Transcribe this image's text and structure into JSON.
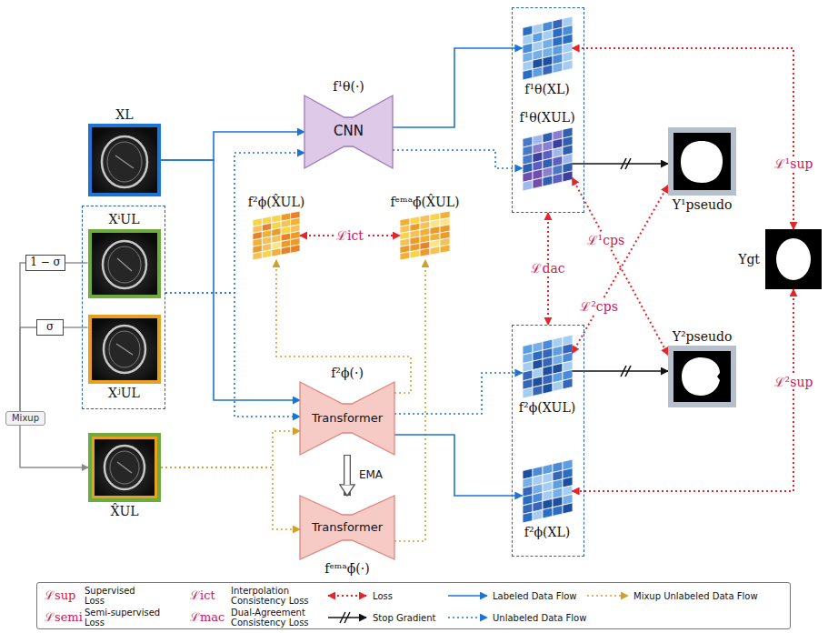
{
  "diagram": {
    "nodes": [
      {
        "text": [
          "XL"
        ]
      },
      {
        "text": []
      },
      {
        "text": [
          "XⁱUL"
        ],
        "in": 1
      },
      {
        "text": [
          "XʲUL"
        ],
        "in": 1
      },
      {
        "text": [
          "1 − σ"
        ]
      },
      {
        "text": [
          "σ"
        ]
      },
      {
        "text": [
          "Mixup"
        ]
      },
      {
        "text": [
          "X̂UL"
        ]
      },
      {
        "text": [
          "f¹θ(·)",
          "CNN"
        ]
      },
      {
        "text": [
          "f²ϕ(X̂UL)"
        ]
      },
      {
        "text": [
          "fᵉᵐᵃϕ̄(X̂UL)"
        ]
      },
      {
        "text": [
          "f²ϕ(·)",
          "Transformer"
        ]
      },
      {
        "text": [
          "Transformer",
          "fᵉᵐᵃϕ̄(·)"
        ]
      },
      {
        "text": []
      },
      {
        "text": [
          "f¹θ(XL)"
        ],
        "in": 13
      },
      {
        "text": [
          "f¹θ(XUL)"
        ],
        "in": 13
      },
      {
        "text": []
      },
      {
        "text": [
          "f²ϕ(XUL)"
        ],
        "in": 16
      },
      {
        "text": [
          "f²ϕ(XL)"
        ],
        "in": 16
      },
      {
        "text": [
          "Y¹pseudo"
        ]
      },
      {
        "text": [
          "Y²pseudo"
        ]
      },
      {
        "text": [
          "Ygt"
        ]
      }
    ],
    "edges": [
      {
        "from": 0,
        "to": 8,
        "arrow": "to"
      },
      {
        "from": 0,
        "to": 11,
        "arrow": "to"
      },
      {
        "from": 1,
        "to": 8,
        "arrow": "to"
      },
      {
        "from": 1,
        "to": 11,
        "arrow": "to"
      },
      {
        "from": 2,
        "to": 4,
        "arrow": "none"
      },
      {
        "from": 4,
        "to": 6,
        "arrow": "none"
      },
      {
        "from": 3,
        "to": 5,
        "arrow": "none"
      },
      {
        "from": 5,
        "to": 6,
        "arrow": "none"
      },
      {
        "from": 6,
        "to": 7,
        "arrow": "to"
      },
      {
        "from": 7,
        "to": 11,
        "arrow": "to"
      },
      {
        "from": 7,
        "to": 12,
        "arrow": "to"
      },
      {
        "from": 11,
        "to": 9,
        "arrow": "to"
      },
      {
        "from": 12,
        "to": 10,
        "arrow": "to"
      },
      {
        "from": 11,
        "to": 12,
        "arrow": "to",
        "label": "EMA"
      },
      {
        "from": 8,
        "to": 14,
        "arrow": "to"
      },
      {
        "from": 8,
        "to": 15,
        "arrow": "to"
      },
      {
        "from": 11,
        "to": 17,
        "arrow": "to"
      },
      {
        "from": 11,
        "to": 18,
        "arrow": "to"
      },
      {
        "from": 9,
        "to": 10,
        "arrow": "both",
        "label": "ℒict"
      },
      {
        "from": 15,
        "to": 19,
        "arrow": "to"
      },
      {
        "from": 17,
        "to": 20,
        "arrow": "to"
      },
      {
        "from": 13,
        "to": 16,
        "arrow": "both",
        "label": "ℒdac"
      },
      {
        "from": 15,
        "to": 20,
        "arrow": "both",
        "label": "ℒ¹cps"
      },
      {
        "from": 19,
        "to": 17,
        "arrow": "both",
        "label": "ℒ²cps"
      },
      {
        "from": 21,
        "to": 14,
        "arrow": "both",
        "label": "ℒ¹sup"
      },
      {
        "from": 21,
        "to": 18,
        "arrow": "both",
        "label": "ℒ²sup"
      }
    ],
    "labels": [
      "ℒsup",
      "ℒict",
      "ℒsemi",
      "ℒmac"
    ],
    "legend": [
      {
        "text": "Supervised Loss"
      },
      {
        "text": "Interpolation Consistency Loss"
      },
      {
        "text": "Loss"
      },
      {
        "text": "Labeled Data Flow"
      },
      {
        "text": "Mixup Unlabeled Data Flow"
      },
      {
        "text": "Semi-supervised Loss"
      },
      {
        "text": "Dual-Agreement Consistency Loss"
      },
      {
        "text": "Stop Gradient"
      },
      {
        "text": "Unlabeled Data Flow"
      }
    ]
  }
}
